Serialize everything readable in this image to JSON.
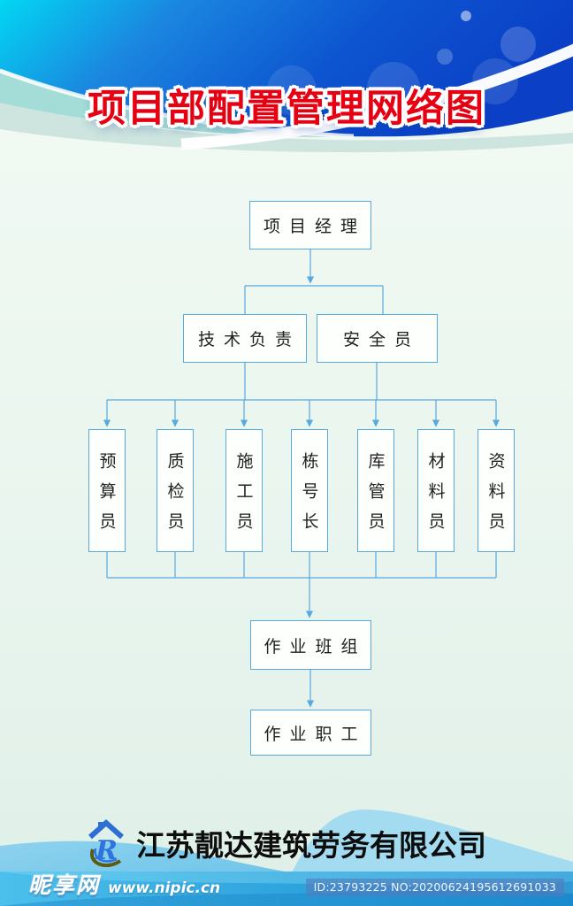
{
  "header": {
    "title": "项目部配置管理网络图",
    "title_color": "#e60012",
    "banner_colors": {
      "cyan": "#02d7f2",
      "deep_blue": "#0a3fc6",
      "swoosh": "#ffffff",
      "teal_wave": "#a4dcd8"
    }
  },
  "org": {
    "root": "项目经理",
    "level2": [
      "技术负责",
      "安全员"
    ],
    "level3": [
      "预算员",
      "质检员",
      "施工员",
      "栋号长",
      "库管员",
      "材料员",
      "资料员"
    ],
    "team": "作业班组",
    "workers": "作业职工",
    "line_color": "#58a9de",
    "box_border_color": "#57a9de"
  },
  "footer": {
    "company": "江苏靓达建筑劳务有限公司",
    "logo": "blue-house-r-logo",
    "wave_color": "#8ed2ee"
  },
  "watermark": {
    "site": "昵享网",
    "url": "www.nipic.cn",
    "id": "ID:23793225 NO:20200624195612691033"
  }
}
